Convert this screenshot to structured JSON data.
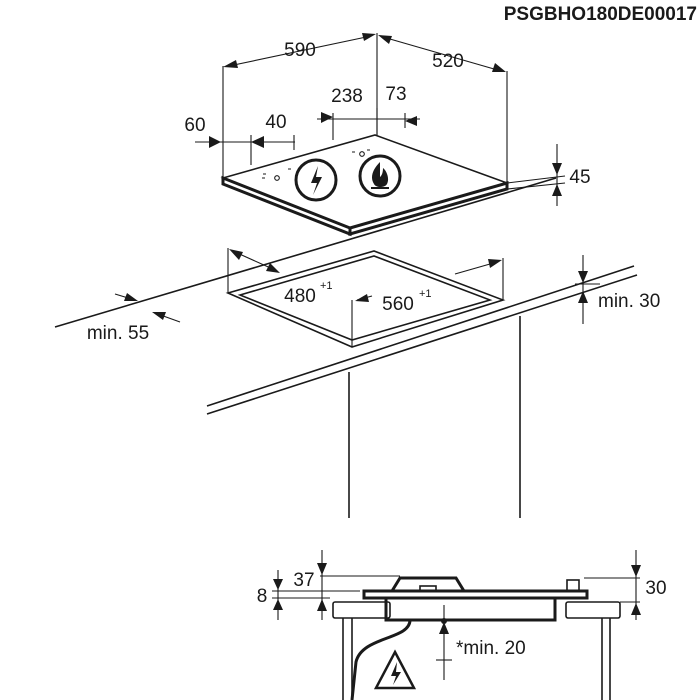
{
  "doc_code": "PSGBHO180DE00017",
  "hob": {
    "width": "590",
    "depth": "520",
    "left_offset": "60",
    "burner_offset": "40",
    "gap_center": "238",
    "gap_right": "73",
    "height": "45"
  },
  "cutout": {
    "depth": "480",
    "depth_tol": "+1",
    "width": "560",
    "width_tol": "+1",
    "front_min": "min. 55",
    "back_min": "min. 30"
  },
  "section": {
    "left_height": "8",
    "knob_height": "37",
    "right_height": "30",
    "under_clearance": "*min. 20"
  },
  "icons": [
    "electric-warning-icon",
    "flame-icon",
    "electric-warning-icon"
  ]
}
